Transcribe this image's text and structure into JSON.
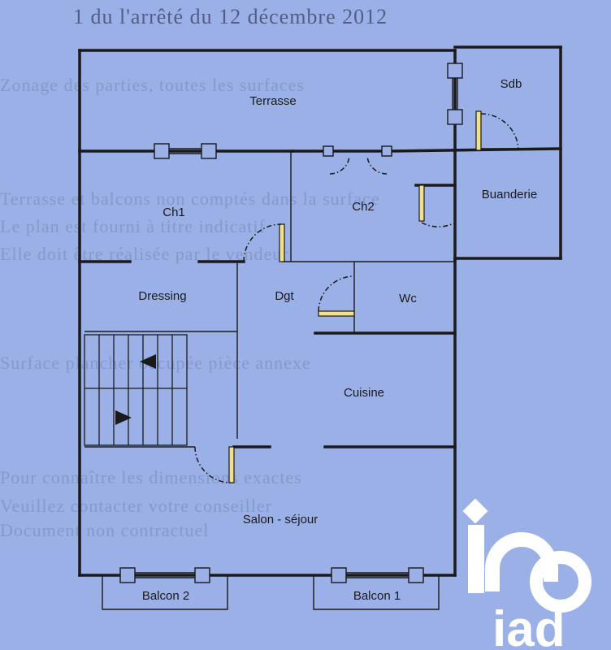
{
  "document": {
    "header_fragment": "1 du l'arrêté du 12 décembre 2012",
    "background_lines": [
      "Zonage des parties, toutes les surfaces",
      "Terrasse et balcons non comptés dans la surface",
      "Le plan est fourni à titre indicatif",
      "Elle doit être réalisée par le vendeur",
      "Surface plancher occupée pièce annexe",
      "Pour connaître les dimensions exactes",
      "Veuillez contacter votre conseiller",
      "Document non contractuel"
    ]
  },
  "rooms": {
    "terrasse": "Terrasse",
    "sdb": "Sdb",
    "ch1": "Ch1",
    "ch2": "Ch2",
    "buanderie": "Buanderie",
    "dressing": "Dressing",
    "dgt": "Dgt",
    "wc": "Wc",
    "cuisine": "Cuisine",
    "salon": "Salon - séjour",
    "balcon2": "Balcon 2",
    "balcon1": "Balcon 1"
  },
  "logo": {
    "name": "iad",
    "text": "iad",
    "color": "#ffffff"
  },
  "colors": {
    "background": "#9ab0e6",
    "walls": "#1a1a1a",
    "door_leaf": "#f3e08a"
  }
}
